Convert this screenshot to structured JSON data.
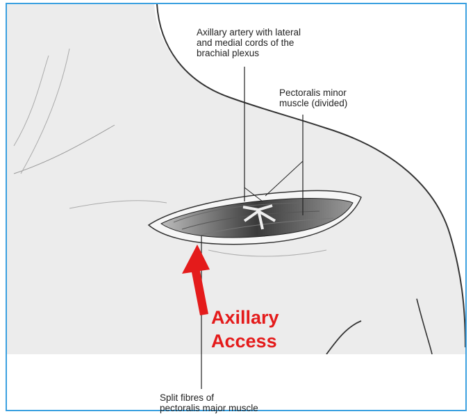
{
  "labels": {
    "artery": [
      "Axillary artery with lateral",
      "and medial cords of the",
      "brachial plexus"
    ],
    "pectoralis_minor": [
      "Pectoralis minor",
      "muscle (divided)"
    ],
    "split_fibres": [
      "Split fibres of",
      "pectoralis major muscle"
    ]
  },
  "annotation": {
    "text": [
      "Axillary",
      "Access"
    ],
    "color": "#e41b1b"
  },
  "colors": {
    "border": "#3aa0e0",
    "skin_shade": "#ececec",
    "outline": "#333333"
  }
}
